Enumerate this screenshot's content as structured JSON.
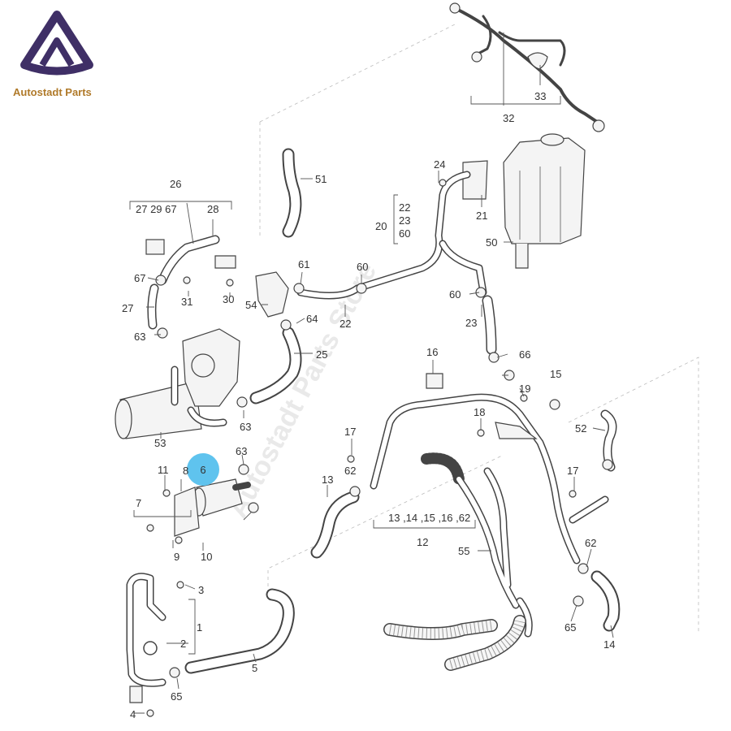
{
  "brand": {
    "name": "Autostadt Parts",
    "color": "#b07a2a",
    "logo_color": "#3f2f66"
  },
  "watermark": "Autostadt Parts Store",
  "highlight": {
    "label": "6",
    "color": "#5fc3ee"
  },
  "labels": {
    "l1": "1",
    "l2": "2",
    "l3": "3",
    "l4": "4",
    "l5": "5",
    "l7": "7",
    "l8": "8",
    "l9": "9",
    "l10": "10",
    "l11": "11",
    "l12": "12",
    "l13": "13",
    "l13b": "13 ,14 ,15 ,16 ,62",
    "l14": "14",
    "l15": "15",
    "l16": "16",
    "l17a": "17",
    "l17b": "17",
    "l18": "18",
    "l19": "19",
    "l20": "20",
    "l21": "21",
    "l22a": "22",
    "l22b": "22",
    "l23a": "23",
    "l23b": "23",
    "l24": "24",
    "l25": "25",
    "l26": "26",
    "l26b": "27 29 67",
    "l27": "27",
    "l28": "28",
    "l30": "30",
    "l31": "31",
    "l32": "32",
    "l33": "33",
    "l50": "50",
    "l51": "51",
    "l52": "52",
    "l53": "53",
    "l54": "54",
    "l55": "55",
    "l60a": "60",
    "l60b": "60",
    "l60c": "60",
    "l61": "61",
    "l62a": "62",
    "l62b": "62",
    "l63a": "63",
    "l63b": "63",
    "l63c": "63",
    "l64": "64",
    "l65a": "65",
    "l65b": "65",
    "l66": "66",
    "l67": "67"
  }
}
